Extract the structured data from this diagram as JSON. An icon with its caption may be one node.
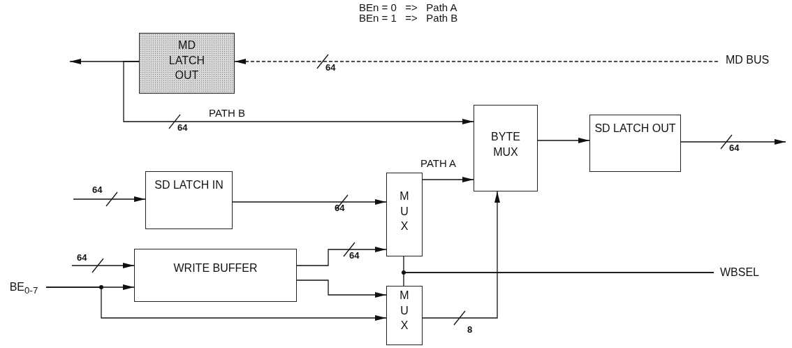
{
  "diagram": {
    "nodes": [
      {
        "text": [
          "MD LATCH OUT"
        ]
      },
      {
        "text": [
          "MD BUS"
        ]
      },
      {
        "text": [
          "SD LATCH IN"
        ]
      },
      {
        "text": [
          "WRITE BUFFER"
        ]
      },
      {
        "text": [
          "BE$_{0-7}$"
        ]
      },
      {
        "text": [
          "M U X"
        ]
      },
      {
        "text": [
          "M U X"
        ]
      },
      {
        "text": [
          "BYTE MUX"
        ]
      },
      {
        "text": [
          "SD LATCH OUT"
        ]
      },
      {
        "text": [
          "WBSEL"
        ]
      }
    ],
    "edges": [
      {
        "from": 1,
        "to": 0,
        "arrow": "to",
        "style": "dashed"
      },
      {
        "from": 0,
        "to": null,
        "arrow": "to"
      },
      {
        "from": 0,
        "to": 7,
        "arrow": "to",
        "label": "PATH B"
      },
      {
        "from": null,
        "to": 2,
        "arrow": "to"
      },
      {
        "from": 2,
        "to": 5,
        "arrow": "to"
      },
      {
        "from": null,
        "to": 3,
        "arrow": "to"
      },
      {
        "from": 4,
        "to": 3,
        "arrow": "to"
      },
      {
        "from": 4,
        "to": 6,
        "arrow": "to"
      },
      {
        "from": 3,
        "to": 5,
        "arrow": "to"
      },
      {
        "from": 3,
        "to": 6,
        "arrow": "to"
      },
      {
        "from": 5,
        "to": 7,
        "arrow": "to",
        "label": "PATH A"
      },
      {
        "from": 6,
        "to": 7,
        "arrow": "to"
      },
      {
        "from": 7,
        "to": 8,
        "arrow": "to"
      },
      {
        "from": 8,
        "to": null,
        "arrow": "to"
      },
      {
        "from": 9,
        "to": 5,
        "arrow": "none"
      },
      {
        "from": 9,
        "to": 6,
        "arrow": "none"
      }
    ],
    "labels": [
      "BEn = 0   =>   Path A",
      "BEn = 1   =>   Path B",
      "64",
      "64",
      "64",
      "64",
      "64",
      "64",
      "64",
      "8"
    ]
  }
}
